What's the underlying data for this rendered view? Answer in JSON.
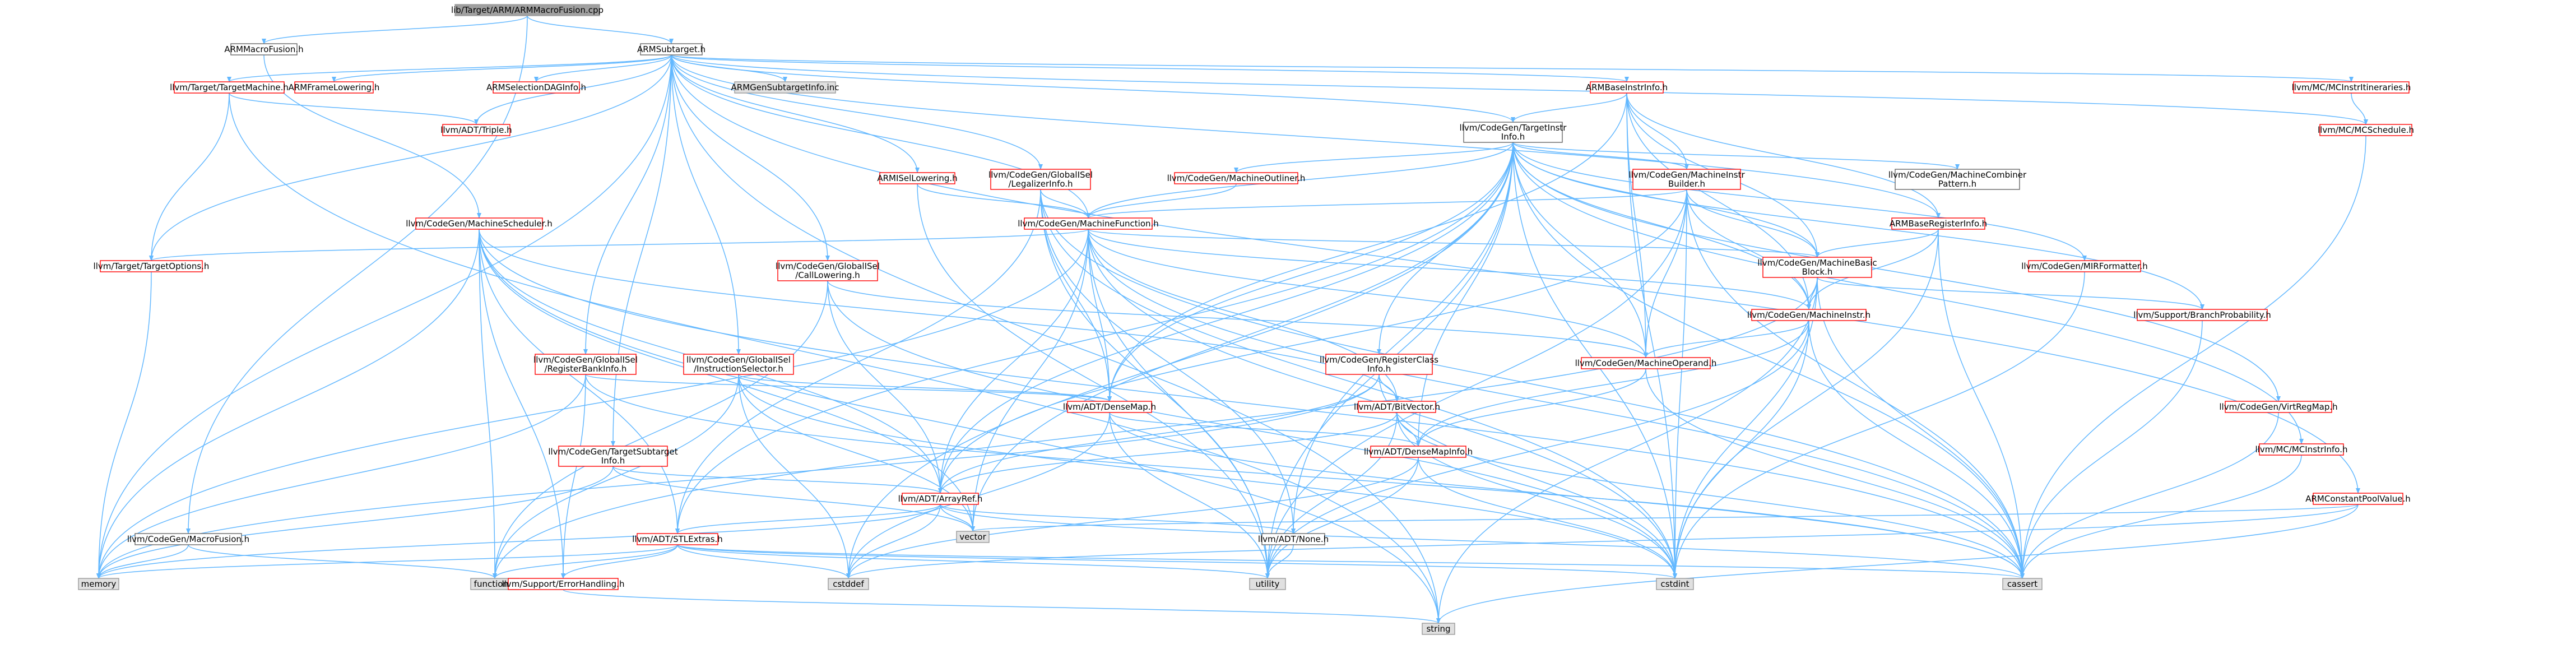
{
  "colors": {
    "edge": "#63b8ff",
    "root_fill": "#a0a0a0",
    "root_stroke": "#999999",
    "normal_fill": "#ffffff",
    "normal_stroke": "#666666",
    "missing_stroke": "#ff0000",
    "system_fill": "#e0e0e0",
    "system_stroke": "#999999"
  },
  "nodes": [
    {
      "id": "n_root",
      "kind": "root",
      "lines": [
        "lib/Target/ARM/ARMMacroFusion.cpp"
      ]
    },
    {
      "id": "n_armmacrofusion_h",
      "kind": "normal",
      "lines": [
        "ARMMacroFusion.h"
      ]
    },
    {
      "id": "n_armsubtarget",
      "kind": "normal",
      "lines": [
        "ARMSubtarget.h"
      ]
    },
    {
      "id": "n_target_targetmachine",
      "kind": "missing",
      "lines": [
        "llvm/Target/TargetMachine.h"
      ]
    },
    {
      "id": "n_armframelowering",
      "kind": "missing",
      "lines": [
        "ARMFrameLowering.h"
      ]
    },
    {
      "id": "n_armselectiondaginfo",
      "kind": "missing",
      "lines": [
        "ARMSelectionDAGInfo.h"
      ]
    },
    {
      "id": "n_armgensubtargetinfo",
      "kind": "system",
      "lines": [
        "ARMGenSubtargetInfo.inc"
      ]
    },
    {
      "id": "n_armbaseinstrinfo",
      "kind": "missing",
      "lines": [
        "ARMBaseInstrInfo.h"
      ]
    },
    {
      "id": "n_mc_mcinstrinfo",
      "kind": "missing",
      "lines": [
        "llvm/MC/MCInstrItineraries.h"
      ]
    },
    {
      "id": "n_mc_mcschedule",
      "kind": "missing",
      "lines": [
        "llvm/MC/MCSchedule.h"
      ]
    },
    {
      "id": "n_adt_triple",
      "kind": "missing",
      "lines": [
        "llvm/ADT/Triple.h"
      ]
    },
    {
      "id": "n_cg_targetinstrinfo",
      "kind": "normal",
      "lines": [
        "llvm/CodeGen/TargetInstr",
        "Info.h"
      ]
    },
    {
      "id": "n_armisellowering",
      "kind": "missing",
      "lines": [
        "ARMISelLowering.h"
      ]
    },
    {
      "id": "n_cg_globalisel_legalizerinfo",
      "kind": "missing",
      "lines": [
        "llvm/CodeGen/GlobalISel",
        "/LegalizerInfo.h"
      ]
    },
    {
      "id": "n_cg_machineoutliner",
      "kind": "missing",
      "lines": [
        "llvm/CodeGen/MachineOutliner.h"
      ]
    },
    {
      "id": "n_cg_machineinstrbuilder",
      "kind": "missing",
      "lines": [
        "llvm/CodeGen/MachineInstr",
        "Builder.h"
      ]
    },
    {
      "id": "n_cg_machinecombinerpattern",
      "kind": "normal",
      "lines": [
        "llvm/CodeGen/MachineCombiner",
        "Pattern.h"
      ]
    },
    {
      "id": "n_cg_machinescheduler",
      "kind": "missing",
      "lines": [
        "llvm/CodeGen/MachineScheduler.h"
      ]
    },
    {
      "id": "n_cg_machinefunction",
      "kind": "missing",
      "lines": [
        "llvm/CodeGen/MachineFunction.h"
      ]
    },
    {
      "id": "n_armbaseregisterinfo",
      "kind": "missing",
      "lines": [
        "ARMBaseRegisterInfo.h"
      ]
    },
    {
      "id": "n_cg_mirformatter",
      "kind": "missing",
      "lines": [
        "llvm/CodeGen/MIRFormatter.h"
      ]
    },
    {
      "id": "n_target_targetoptions",
      "kind": "missing",
      "lines": [
        "llvm/Target/TargetOptions.h"
      ]
    },
    {
      "id": "n_cg_machinebasicblock",
      "kind": "missing",
      "lines": [
        "llvm/CodeGen/MachineBasic",
        "Block.h"
      ]
    },
    {
      "id": "n_cg_globalisel_calllowering",
      "kind": "missing",
      "lines": [
        "llvm/CodeGen/GlobalISel",
        "/CallLowering.h"
      ]
    },
    {
      "id": "n_support_branchprobability",
      "kind": "missing",
      "lines": [
        "llvm/Support/BranchProbability.h"
      ]
    },
    {
      "id": "n_cg_machineinstr",
      "kind": "missing",
      "lines": [
        "llvm/CodeGen/MachineInstr.h"
      ]
    },
    {
      "id": "n_cg_globalisel_registerbankinfo",
      "kind": "missing",
      "lines": [
        "llvm/CodeGen/GlobalISel",
        "/RegisterBankInfo.h"
      ]
    },
    {
      "id": "n_cg_globalisel_instructionselector",
      "kind": "missing",
      "lines": [
        "llvm/CodeGen/GlobalISel",
        "/InstructionSelector.h"
      ]
    },
    {
      "id": "n_cg_registerclassinfo",
      "kind": "missing",
      "lines": [
        "llvm/CodeGen/RegisterClass",
        "Info.h"
      ]
    },
    {
      "id": "n_cg_machineoperand",
      "kind": "missing",
      "lines": [
        "llvm/CodeGen/MachineOperand.h"
      ]
    },
    {
      "id": "n_adt_densemap",
      "kind": "missing",
      "lines": [
        "llvm/ADT/DenseMap.h"
      ]
    },
    {
      "id": "n_adt_bitvector",
      "kind": "missing",
      "lines": [
        "llvm/ADT/BitVector.h"
      ]
    },
    {
      "id": "n_cg_virtregmap",
      "kind": "missing",
      "lines": [
        "llvm/CodeGen/VirtRegMap.h"
      ]
    },
    {
      "id": "n_mc_mcinstrinfo2",
      "kind": "missing",
      "lines": [
        "llvm/MC/MCInstrInfo.h"
      ]
    },
    {
      "id": "n_cg_targetsubtargetinfo",
      "kind": "missing",
      "lines": [
        "llvm/CodeGen/TargetSubtarget",
        "Info.h"
      ]
    },
    {
      "id": "n_adt_densemapinfo",
      "kind": "missing",
      "lines": [
        "llvm/ADT/DenseMapInfo.h"
      ]
    },
    {
      "id": "n_adt_arrayref",
      "kind": "missing",
      "lines": [
        "llvm/ADT/ArrayRef.h"
      ]
    },
    {
      "id": "n_armconstantpoolvalue",
      "kind": "missing",
      "lines": [
        "ARMConstantPoolValue.h"
      ]
    },
    {
      "id": "n_cg_macrofusion",
      "kind": "normal",
      "lines": [
        "llvm/CodeGen/MacroFusion.h"
      ]
    },
    {
      "id": "n_adt_stlextras",
      "kind": "missing",
      "lines": [
        "llvm/ADT/STLExtras.h"
      ]
    },
    {
      "id": "n_vector",
      "kind": "system",
      "lines": [
        "vector"
      ]
    },
    {
      "id": "n_adt_none",
      "kind": "normal",
      "lines": [
        "llvm/ADT/None.h"
      ]
    },
    {
      "id": "n_memory",
      "kind": "system",
      "lines": [
        "memory"
      ]
    },
    {
      "id": "n_functional",
      "kind": "system",
      "lines": [
        "functional"
      ]
    },
    {
      "id": "n_support_errorhandling",
      "kind": "missing",
      "lines": [
        "llvm/Support/ErrorHandling.h"
      ]
    },
    {
      "id": "n_cstddef",
      "kind": "system",
      "lines": [
        "cstddef"
      ]
    },
    {
      "id": "n_utility",
      "kind": "system",
      "lines": [
        "utility"
      ]
    },
    {
      "id": "n_cstdint",
      "kind": "system",
      "lines": [
        "cstdint"
      ]
    },
    {
      "id": "n_cassert",
      "kind": "system",
      "lines": [
        "cassert"
      ]
    },
    {
      "id": "n_string",
      "kind": "system",
      "lines": [
        "string"
      ]
    }
  ]
}
